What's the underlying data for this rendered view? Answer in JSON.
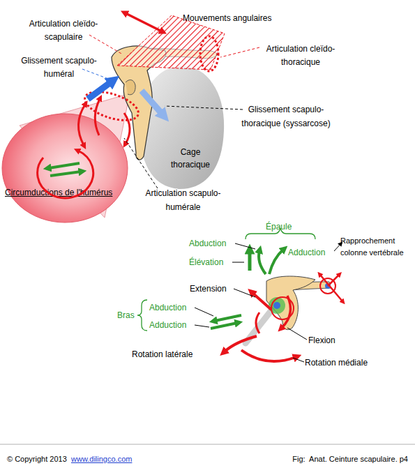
{
  "diagram": {
    "caption": "Fig:  Anat. Ceinture scapulaire. p4",
    "nodes": [
      {
        "text": [
          "Cage thoracique"
        ]
      },
      {
        "text": [
          "Circumductions de l'humérus"
        ]
      }
    ],
    "labels": [
      "Articulation cleïdo-scapulaire",
      "Mouvements angulaires",
      "Articulation cleïdo-thoracique",
      "Glissement scapulo-huméral",
      "Glissement scapulo-thoracique (syssarcose)",
      "Articulation scapulo-humérale",
      "Épaule",
      "Abduction",
      "Rapprochement colonne vertébrale",
      "Adduction",
      "Élévation",
      "Extension",
      "Abduction",
      "Bras",
      "Adduction",
      "Flexion",
      "Rotation latérale",
      "Rotation médiale",
      "© Copyright 2013",
      "www.dilingco.com"
    ]
  }
}
